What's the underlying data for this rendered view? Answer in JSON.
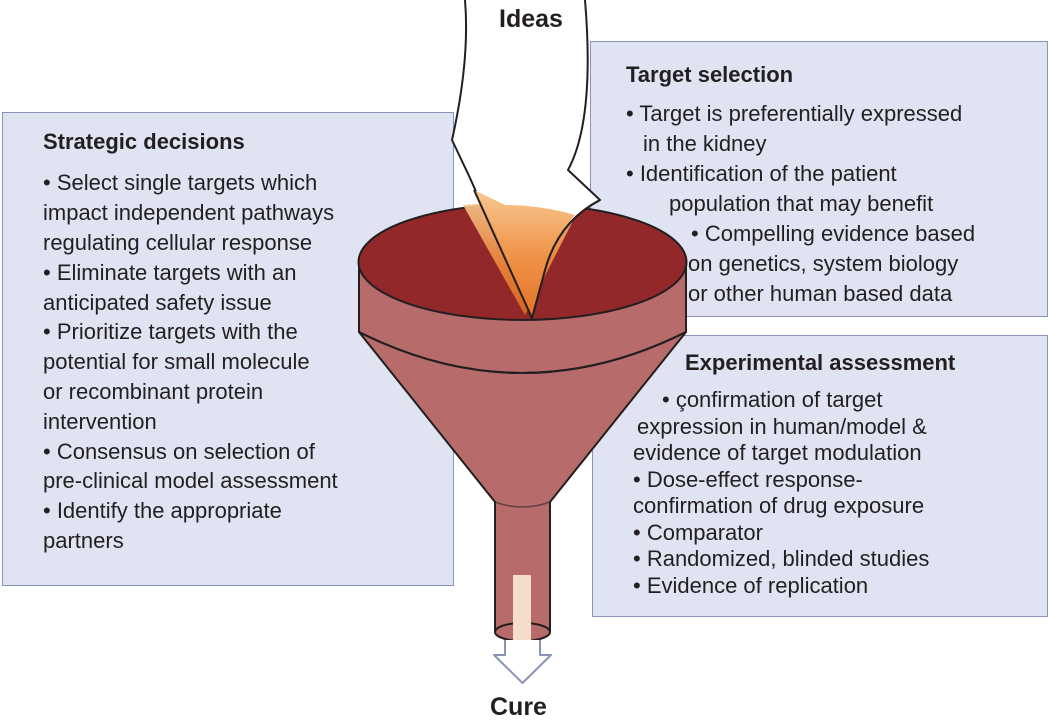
{
  "labels": {
    "top": "Ideas",
    "bottom": "Cure"
  },
  "strategic": {
    "title": "Strategic decisions",
    "lines": [
      "• Select single targets which",
      "impact independent pathways",
      "regulating cellular response",
      "• Eliminate targets with an",
      "anticipated safety issue",
      "• Prioritize targets with the",
      "potential for small molecule",
      "or recombinant protein",
      "intervention",
      "• Consensus on selection of",
      "pre-clinical model assessment",
      "• Identify the appropriate",
      "partners"
    ]
  },
  "target": {
    "title": "Target selection",
    "lines": [
      "• Target is preferentially expressed",
      "in the kidney",
      "• Identification of the patient",
      "population that may benefit",
      "• Compelling evidence based",
      "on genetics, system biology",
      "or other human based data"
    ]
  },
  "experimental": {
    "title": "Experimental assessment",
    "lines": [
      "• çonfirmation of target",
      "expression in human/model &",
      "evidence of target modulation",
      "• Dose-effect response-",
      "confirmation of drug exposure",
      "• Comparator",
      "• Randomized, blinded studies",
      "• Evidence of replication"
    ]
  },
  "colors": {
    "box_fill": "#dfe3f2",
    "box_border": "#8a93b8",
    "funnel_top": "#93282a",
    "funnel_body": "#b86b6b",
    "arrow_glow": "#ef8a3a"
  }
}
